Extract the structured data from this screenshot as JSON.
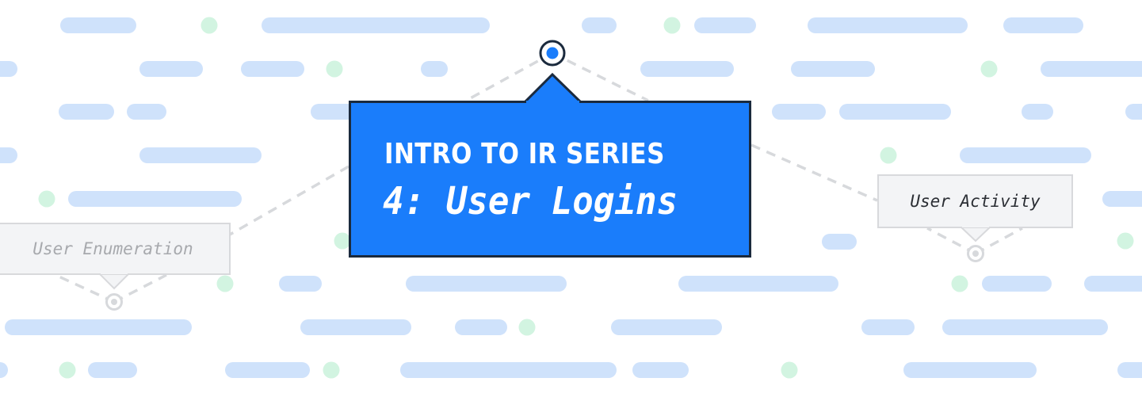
{
  "main_card": {
    "series_title": "INTRO TO IR SERIES",
    "subtitle": "4: User Logins"
  },
  "side_labels": {
    "left": "User Enumeration",
    "right": "User Activity"
  },
  "colors": {
    "background": "#ffffff",
    "card_blue": "#1a7dfb",
    "card_border": "#1b2a3d",
    "dash_blue": "#cfe2fb",
    "dot_green": "#d2f4e1",
    "connector_grey": "#d7d9dc",
    "label_bg": "#f3f4f6"
  }
}
